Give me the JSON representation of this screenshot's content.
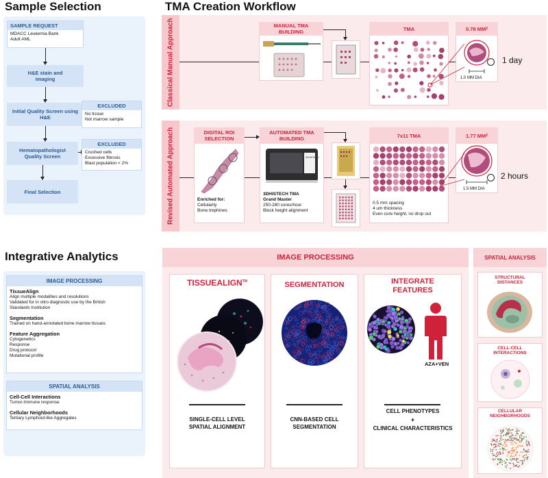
{
  "sample_selection": {
    "title": "Sample Selection",
    "request_header": "SAMPLE REQUEST",
    "request_lines": [
      "MDACC Leukemia Bank",
      "Adult AML"
    ],
    "he_stain": "H&E stain and imaging",
    "initial_screen": "Initial Quality Screen using H&E",
    "excluded_1_header": "EXCLUDED",
    "excluded_1_lines": [
      "No tissue",
      "Not marrow sample"
    ],
    "hemato_screen": "Hematopathologist Quality Screen",
    "excluded_2_header": "EXCLUDED",
    "excluded_2_lines": [
      "Crushed cells",
      "Excessive fibrosis",
      "Blast population < 2%"
    ],
    "final": "Final Selection"
  },
  "tma_workflow": {
    "title": "TMA Creation Workflow",
    "classical": {
      "side_label": "Classical Manual Approach",
      "manual_label": "MANUAL TMA BUILDING",
      "tma_label": "TMA",
      "area_label": "0.78 MM",
      "area_sup": "2",
      "dia_label": "1.0 MM DIA",
      "time": "1 day"
    },
    "revised": {
      "side_label": "Revised Automated Approach",
      "roi_label": "DIGITAL ROI SELECTION",
      "enriched_title": "Enriched for:",
      "enriched_lines": [
        "Cellularity",
        "Bone trephines"
      ],
      "auto_label": "AUTOMATED TMA BUILDING",
      "machine_text": "3DHISTECH",
      "machine_title": "3DHISTECH TMA Grand Master",
      "machine_lines": [
        "250-280 cores/hour",
        "Block height alignment"
      ],
      "tma_label": "7x11 TMA",
      "tma_lines": [
        "0.5 mm spacing",
        "4 um thickness",
        "Even core height, no drop out"
      ],
      "area_label": "1.77 MM",
      "area_sup": "2",
      "dia_label": "1.5 MM DIA",
      "time": "2 hours"
    }
  },
  "integrative": {
    "title": "Integrative Analytics",
    "image_processing_header": "IMAGE PROCESSING",
    "items": [
      {
        "title": "TissueAlign",
        "lines": [
          "Align multiple modalities and resolutions",
          "Validated for in vitro diagnostic use by the British",
          "Standards Institution"
        ]
      },
      {
        "title": "Segmentation",
        "lines": [
          "Trained on hand-annotated bone marrow tissues"
        ]
      },
      {
        "title": "Feature Aggregation",
        "lines": [
          "Cytogenetics",
          "Response",
          "Drug protocol",
          "Mutational profile"
        ]
      }
    ],
    "spatial_header": "SPATIAL ANALYSIS",
    "spatial_items": [
      {
        "title": "Cell-Cell Interactions",
        "lines": [
          "Tumor-Immune response"
        ]
      },
      {
        "title": "Cellular Neighborhoods",
        "lines": [
          "Tertiary Lymphoid-like Aggregates"
        ]
      }
    ]
  },
  "image_processing": {
    "header": "IMAGE PROCESSING",
    "tissuealign_title": "TISSUEALIGN",
    "tissuealign_tm": "TM",
    "tissuealign_caption": "SINGLE-CELL LEVEL SPATIAL ALIGNMENT",
    "segmentation_title": "SEGMENTATION",
    "segmentation_caption": "CNN-BASED CELL SEGMENTATION",
    "integrate_title": "INTEGRATE FEATURES",
    "drug_label": "AZA+VEN",
    "integrate_caption_1": "CELL PHENOTYPES",
    "integrate_plus": "+",
    "integrate_caption_2": "CLINICAL CHARACTERISTICS"
  },
  "spatial_analysis": {
    "header": "SPATIAL ANALYSIS",
    "structural": "STRUCTURAL DISTANCES",
    "cell_cell": "CELL-CELL INTERACTIONS",
    "neighborhoods": "CELLULAR NEIGHBORHOODS"
  },
  "colors": {
    "accent_red": "#d0213a",
    "accent_blue": "#2a5a97",
    "pink_band": "#fcebec",
    "blue_panel": "#eaf2fb"
  }
}
